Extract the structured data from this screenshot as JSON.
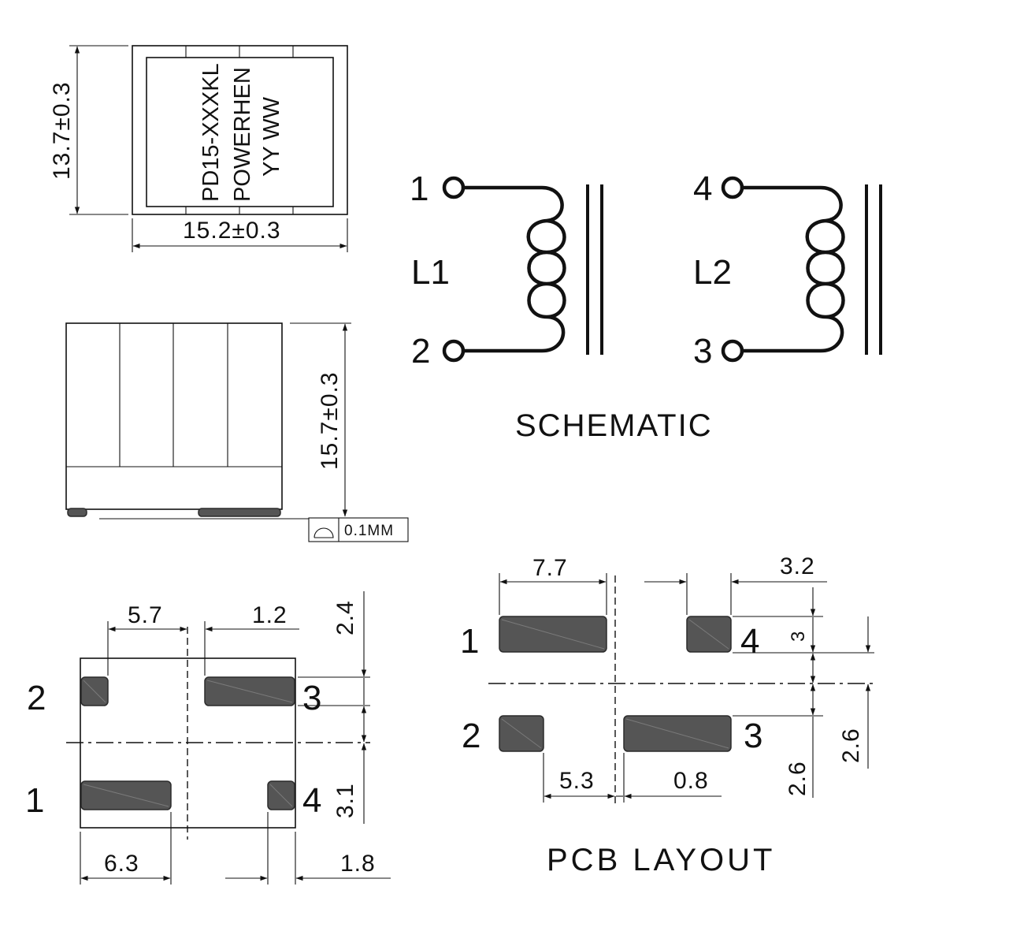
{
  "top_view": {
    "marking_lines": [
      "PD15-XXXKL",
      "POWERHEN",
      "YY WW"
    ],
    "height_dim": "13.7±0.3",
    "width_dim": "15.2±0.3"
  },
  "side_view": {
    "height_dim": "15.7±0.3",
    "coplanarity": "0.1MM"
  },
  "schematic": {
    "title": "SCHEMATIC",
    "l1_label": "L1",
    "l2_label": "L2",
    "pins": [
      "1",
      "2",
      "3",
      "4"
    ]
  },
  "bottom_view": {
    "pins": [
      "1",
      "2",
      "3",
      "4"
    ],
    "dims": {
      "d_5_7": "5.7",
      "d_1_2": "1.2",
      "d_2_4": "2.4",
      "d_3_1": "3.1",
      "d_6_3": "6.3",
      "d_1_8": "1.8"
    }
  },
  "pcb_layout": {
    "title": "PCB LAYOUT",
    "pins": [
      "1",
      "2",
      "3",
      "4"
    ],
    "dims": {
      "d_7_7": "7.7",
      "d_3_2": "3.2",
      "d_3": "3",
      "d_5_3": "5.3",
      "d_0_8": "0.8",
      "d_2_6_a": "2.6",
      "d_2_6_b": "2.6"
    }
  }
}
